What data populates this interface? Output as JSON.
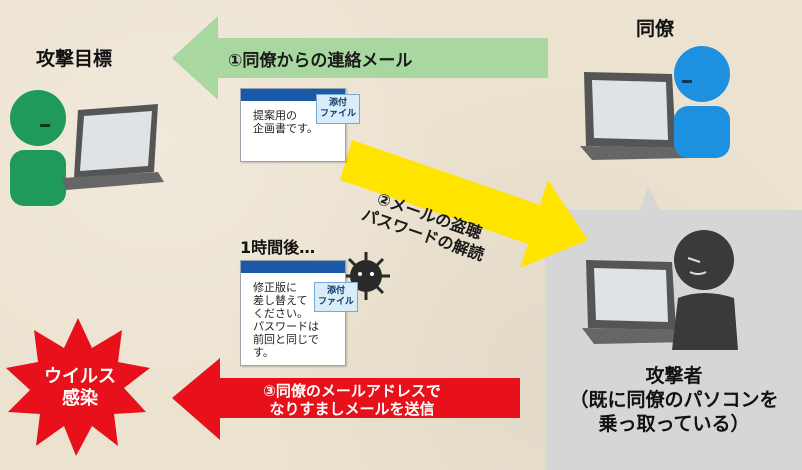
{
  "labels": {
    "target": "攻撃目標",
    "colleague": "同僚",
    "attacker": "攻撃者\n（既に同僚のパソコンを\n乗っ取っている）",
    "time_after": "1時間後…",
    "virus": "ウイルス\n感染"
  },
  "arrows": {
    "step1": "①同僚からの連絡メール",
    "step2": "②メールの盗聴\nパスワードの解読",
    "step3": "③同僚のメールアドレスで\nなりすましメールを送信"
  },
  "mail1": {
    "attachment": "添付\nファイル",
    "body": "提案用の\n企画書です。"
  },
  "mail2": {
    "attachment": "添付\nファイル",
    "body": "修正版に\n差し替えて\nください。\nパスワードは\n前回と同じです。"
  },
  "colors": {
    "target_person": "#1f9a5a",
    "colleague_person": "#1e90e0",
    "attacker_person": "#3a3a3a",
    "arrow1": "#a8d8a0",
    "arrow2": "#ffe400",
    "arrow3": "#e8101a",
    "burst": "#e8101a",
    "mail_header": "#1a5aa8"
  }
}
